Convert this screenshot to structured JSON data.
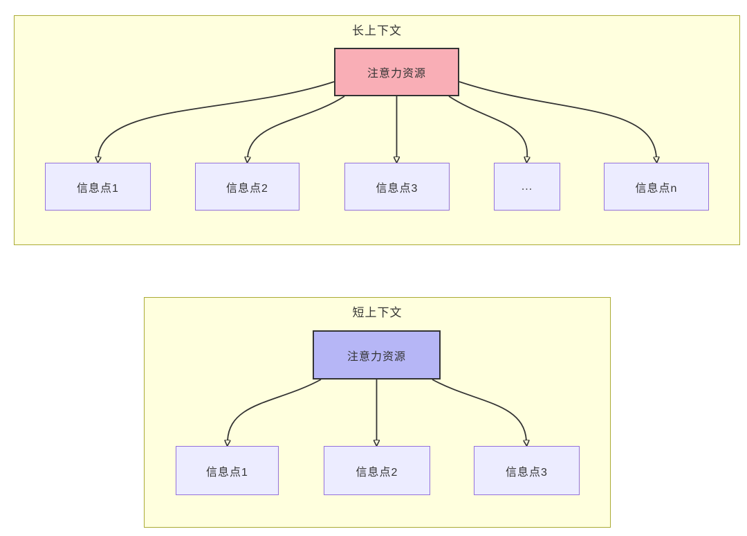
{
  "diagrams": [
    {
      "title": "长上下文",
      "attention_label": "注意力资源",
      "attention_fill": "#f9aeb6",
      "nodes": [
        "信息点1",
        "信息点2",
        "信息点3",
        "...",
        "信息点n"
      ]
    },
    {
      "title": "短上下文",
      "attention_label": "注意力资源",
      "attention_fill": "#b6b6f6",
      "nodes": [
        "信息点1",
        "信息点2",
        "信息点3"
      ]
    }
  ],
  "colors": {
    "container_fill": "#ffffde",
    "container_border": "#aaaa33",
    "node_fill": "#ececff",
    "node_border": "#9370db",
    "attention_border": "#333333",
    "arrow": "#333333",
    "text": "#333333"
  }
}
